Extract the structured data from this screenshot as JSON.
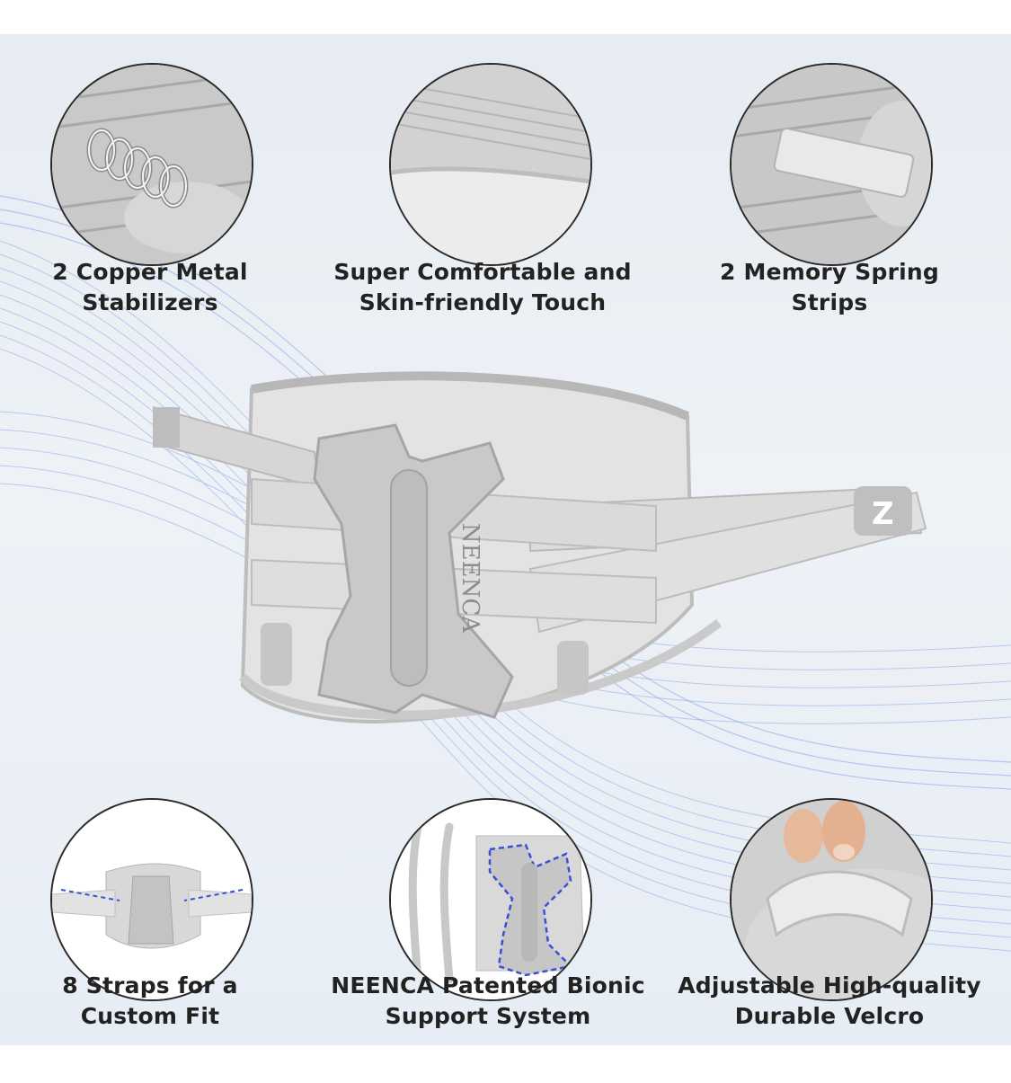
{
  "features": [
    {
      "id": "copper-stabilizers",
      "line1": "2 Copper Metal",
      "line2": "Stabilizers"
    },
    {
      "id": "skin-friendly",
      "line1": "Super Comfortable and",
      "line2": "Skin-friendly Touch"
    },
    {
      "id": "memory-strips",
      "line1": "2 Memory Spring",
      "line2": "Strips"
    },
    {
      "id": "eight-straps",
      "line1": "8 Straps for a",
      "line2": "Custom Fit"
    },
    {
      "id": "bionic-support",
      "line1": "NEENCA Patented Bionic",
      "line2": "Support System"
    },
    {
      "id": "velcro",
      "line1": "Adjustable High-quality",
      "line2": "Durable Velcro"
    }
  ],
  "brace": {
    "brand_vertical": "NEENCA",
    "strap_logo": "Z"
  },
  "colors": {
    "background": "#e9eef4",
    "wave": "#7fa2e8",
    "brace_light": "#e2e2e2",
    "brace_mid": "#c4c4c4",
    "brace_dark": "#9a9a9a",
    "caption": "#222222",
    "circle_border": "#2a2a2a",
    "dashed_outline": "#3b4fd6"
  },
  "icons": [
    "spring-coil-icon",
    "mesh-fabric-icon",
    "metal-strip-icon",
    "straps-icon",
    "bionic-panel-icon",
    "velcro-finger-icon"
  ]
}
